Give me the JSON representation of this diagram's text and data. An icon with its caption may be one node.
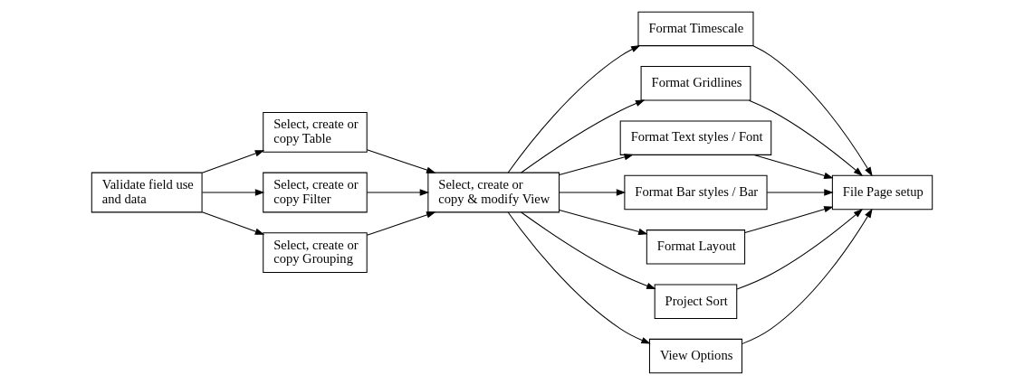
{
  "diagram": {
    "nodes": [
      {
        "text": [
          "Validate field use and data"
        ]
      },
      {
        "text": [
          "Select, create or copy Table"
        ]
      },
      {
        "text": [
          "Select, create or copy Filter"
        ]
      },
      {
        "text": [
          "Select, create or copy Grouping"
        ]
      },
      {
        "text": [
          "Select, create or copy & modify View"
        ]
      },
      {
        "text": [
          "Format Timescale"
        ]
      },
      {
        "text": [
          "Format Gridlines"
        ]
      },
      {
        "text": [
          "Format Text styles / Font"
        ]
      },
      {
        "text": [
          "Format Bar styles / Bar"
        ]
      },
      {
        "text": [
          "Format Layout"
        ]
      },
      {
        "text": [
          "Project Sort"
        ]
      },
      {
        "text": [
          "View Options"
        ]
      },
      {
        "text": [
          "File Page setup"
        ]
      }
    ],
    "edges": [
      {
        "from": 0,
        "to": 1,
        "arrow": "to"
      },
      {
        "from": 0,
        "to": 2,
        "arrow": "to"
      },
      {
        "from": 0,
        "to": 3,
        "arrow": "to"
      },
      {
        "from": 1,
        "to": 4,
        "arrow": "to"
      },
      {
        "from": 2,
        "to": 4,
        "arrow": "to"
      },
      {
        "from": 3,
        "to": 4,
        "arrow": "to"
      },
      {
        "from": 4,
        "to": 5,
        "arrow": "to"
      },
      {
        "from": 4,
        "to": 6,
        "arrow": "to"
      },
      {
        "from": 4,
        "to": 7,
        "arrow": "to"
      },
      {
        "from": 4,
        "to": 8,
        "arrow": "to"
      },
      {
        "from": 4,
        "to": 9,
        "arrow": "to"
      },
      {
        "from": 4,
        "to": 10,
        "arrow": "to"
      },
      {
        "from": 4,
        "to": 11,
        "arrow": "to"
      },
      {
        "from": 5,
        "to": 12,
        "arrow": "to"
      },
      {
        "from": 6,
        "to": 12,
        "arrow": "to"
      },
      {
        "from": 7,
        "to": 12,
        "arrow": "to"
      },
      {
        "from": 8,
        "to": 12,
        "arrow": "to"
      },
      {
        "from": 9,
        "to": 12,
        "arrow": "to"
      },
      {
        "from": 10,
        "to": 12,
        "arrow": "to"
      },
      {
        "from": 11,
        "to": 12,
        "arrow": "to"
      }
    ]
  }
}
